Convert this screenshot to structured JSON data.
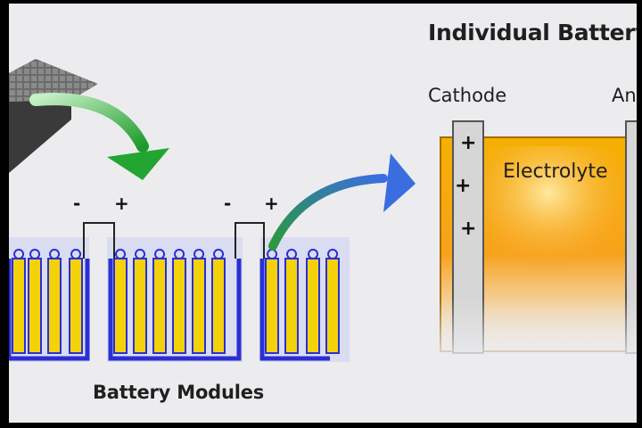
{
  "diagram": {
    "title": "Individual Battery",
    "cathode_label": "Cathode",
    "anode_label": "An",
    "electrolyte_label": "Electrolyte",
    "modules_label": "Battery Modules",
    "minus_sign": "-",
    "plus_sign": "+",
    "cell_signs": [
      "+",
      "+",
      "+"
    ]
  },
  "colors": {
    "panel_bg": "#ececef",
    "module_blue": "#2a2fd4",
    "cell_yellow": "#f4d20a",
    "electrolyte_orange": "#f7a51e",
    "arrow_green": "#2aa83a",
    "arrow_blue": "#3a62d8"
  }
}
